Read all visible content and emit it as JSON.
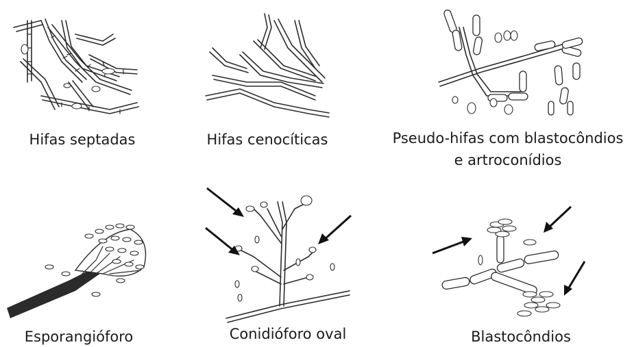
{
  "labels": {
    "septate_hyphae": "Hifas septadas",
    "coenocytic_hyphae": "Hifas cenocíticas",
    "pseudohyphae_line1": "Pseudo-hifas com blastocôndios",
    "pseudohyphae_line2": "e artroconídios",
    "sporangiophore": "Esporangióforo",
    "conidiophore": "Conidióforo oval",
    "blastoconidia": "Blastocôndios"
  }
}
